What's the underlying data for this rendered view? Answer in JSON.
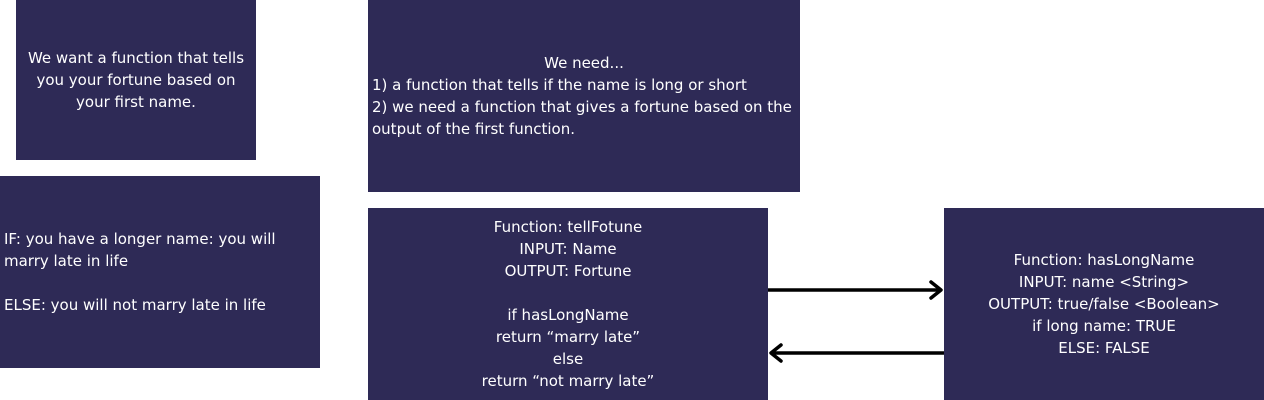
{
  "goal_box": {
    "lines": [
      "We want a function that tells",
      "you your fortune based on",
      "your first name."
    ]
  },
  "needs_box": {
    "title": "We need...",
    "lines": [
      "1) a function that tells if the name is long or short",
      "2) we need a function that gives a fortune based on the",
      "output of the first function."
    ]
  },
  "rule_box": {
    "if_lines": [
      "IF: you have a longer name: you will",
      "marry late in life"
    ],
    "else_line": "ELSE: you will not marry late in life"
  },
  "tell_fortune_box": {
    "lines": [
      "Function: tellFotune",
      "INPUT: Name",
      "OUTPUT: Fortune",
      "",
      "if hasLongName",
      "return “marry late”",
      "else",
      "return “not marry late”"
    ]
  },
  "has_long_name_box": {
    "lines": [
      "Function: hasLongName",
      "INPUT: name <String>",
      "OUTPUT: true/false <Boolean>",
      "if long name: TRUE",
      "ELSE: FALSE"
    ]
  },
  "colors": {
    "box_fill": "#2e2a56",
    "box_text": "#ffffff",
    "arrow": "#000000",
    "background": "#ffffff"
  }
}
